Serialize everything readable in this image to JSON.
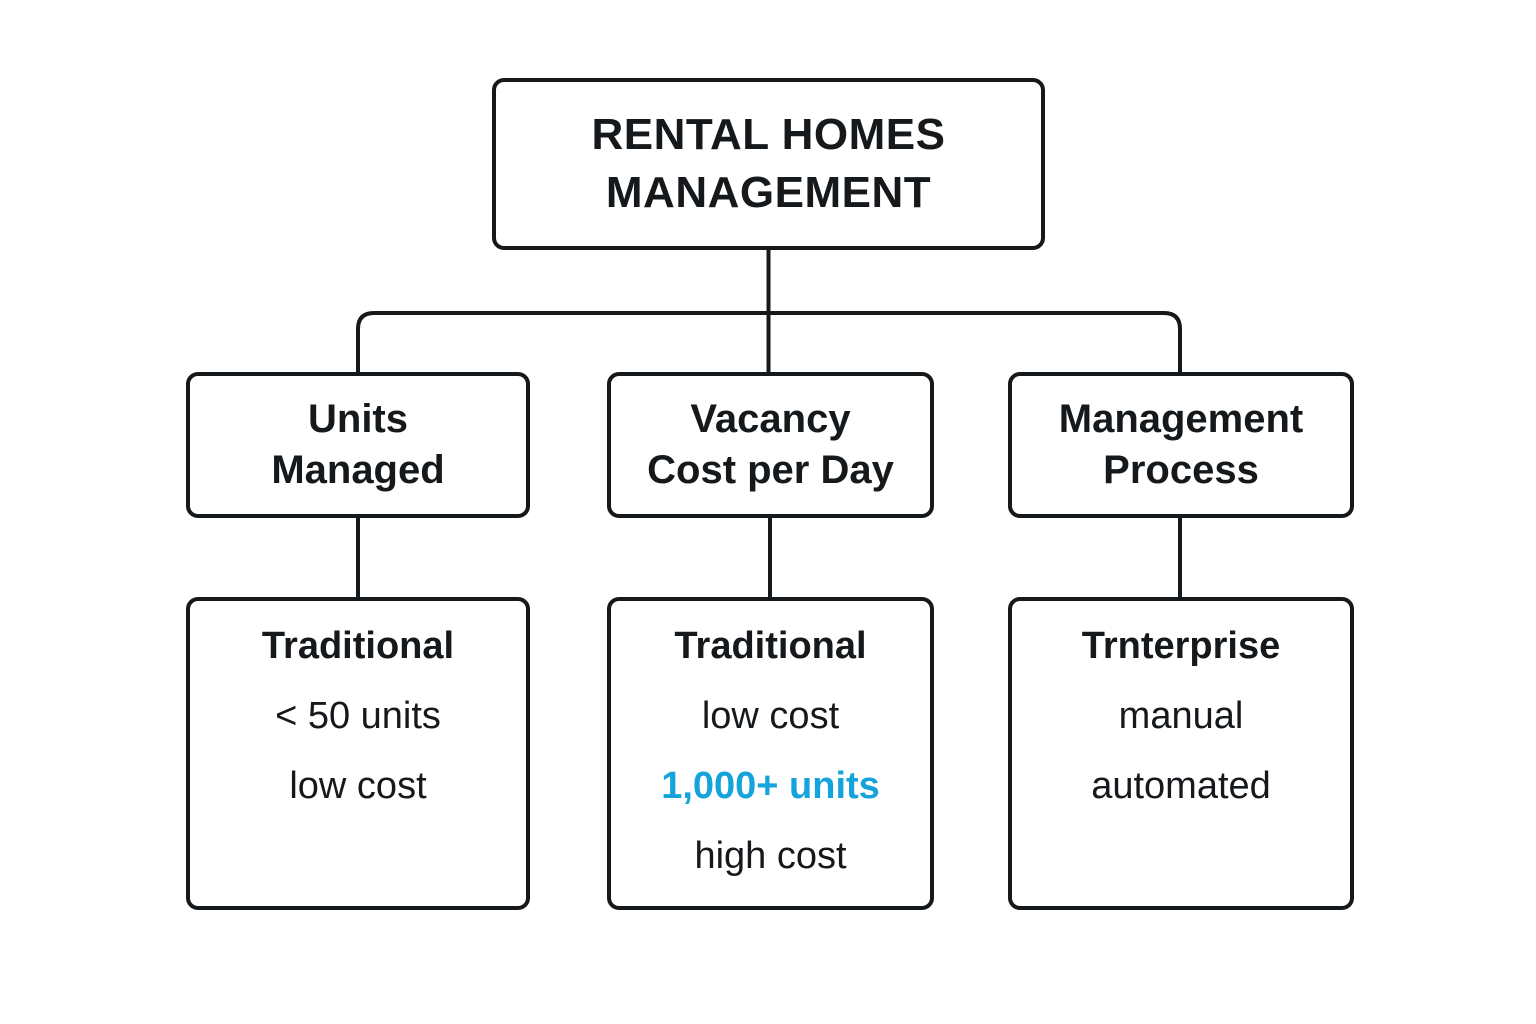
{
  "diagram": {
    "type": "hierarchy-tree",
    "title": "Rental Homes Management comparison tree",
    "colors": {
      "line": "#15191C",
      "text": "#15191C",
      "accent": "#15A3DC",
      "background": "#FFFFFF"
    },
    "root": {
      "line1": "RENTAL HOMES",
      "line2": "MANAGEMENT"
    },
    "categories": [
      {
        "line1": "Units",
        "line2": "Managed"
      },
      {
        "line1": "Vacancy",
        "line2": "Cost per Day"
      },
      {
        "line1": "Management",
        "line2": "Process"
      }
    ],
    "details": [
      {
        "heading": "Traditional",
        "rows": [
          {
            "text": "< 50 units",
            "accent": false
          },
          {
            "text": "low cost",
            "accent": false
          }
        ]
      },
      {
        "heading": "Traditional",
        "rows": [
          {
            "text": "low cost",
            "accent": false
          },
          {
            "text": "1,000+ units",
            "accent": true
          },
          {
            "text": "high cost",
            "accent": false
          }
        ]
      },
      {
        "heading": "Trnterprise",
        "rows": [
          {
            "text": "manual",
            "accent": false
          },
          {
            "text": "automated",
            "accent": false
          }
        ]
      }
    ]
  }
}
